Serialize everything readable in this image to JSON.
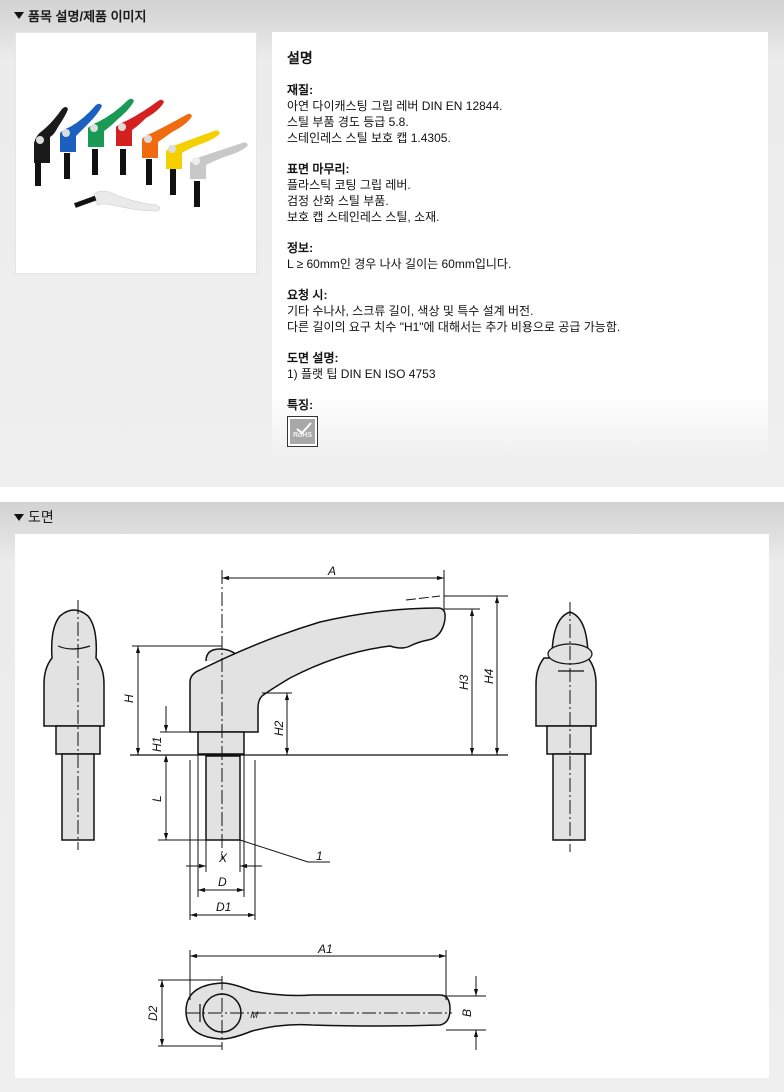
{
  "section_description": {
    "header": "품목 설명/제품 이미지",
    "image": {
      "alt": "컬러 클램핑 레버 제품 이미지",
      "lever_colors": [
        "#1a1a1a",
        "#1b5fbf",
        "#1a9a55",
        "#d42020",
        "#f06a10",
        "#f5d000",
        "#c8c8c8",
        "#e6e6e6"
      ]
    },
    "description": {
      "title": "설명",
      "blocks": [
        {
          "label": "재질:",
          "lines": [
            "아연 다이캐스팅 그립 레버 DIN EN 12844.",
            "스틸 부품 경도 등급 5.8.",
            "스테인레스 스틸 보호 캡 1.4305."
          ]
        },
        {
          "label": "표면 마무리:",
          "lines": [
            "플라스틱 코팅 그립 레버.",
            "검정 산화 스틸 부품.",
            "보호 캡 스테인레스 스틸, 소재."
          ]
        },
        {
          "label": "정보:",
          "lines": [
            "L ≥ 60mm인 경우 나사 길이는 60mm입니다."
          ]
        },
        {
          "label": "요청 시:",
          "lines": [
            "기타 수나사, 스크류 길이, 색상 및 특수 설계 버전.",
            "다른 길이의 요구 치수 \"H1\"에 대해서는 추가 비용으로 공급 가능함."
          ]
        },
        {
          "label": "도면 설명:",
          "lines": [
            "1) 플랫 팁 DIN EN ISO 4753"
          ]
        }
      ],
      "features_label": "특징:",
      "features_badge": "RoHS"
    }
  },
  "section_drawing": {
    "header": "도면",
    "dimension_labels": {
      "A": "A",
      "H": "H",
      "H1": "H1",
      "H2": "H2",
      "H3": "H3",
      "H4": "H4",
      "L": "L",
      "X": "X",
      "D": "D",
      "D1": "D1",
      "callout_1": "1",
      "A1": "A1",
      "D2": "D2",
      "B": "B"
    }
  }
}
